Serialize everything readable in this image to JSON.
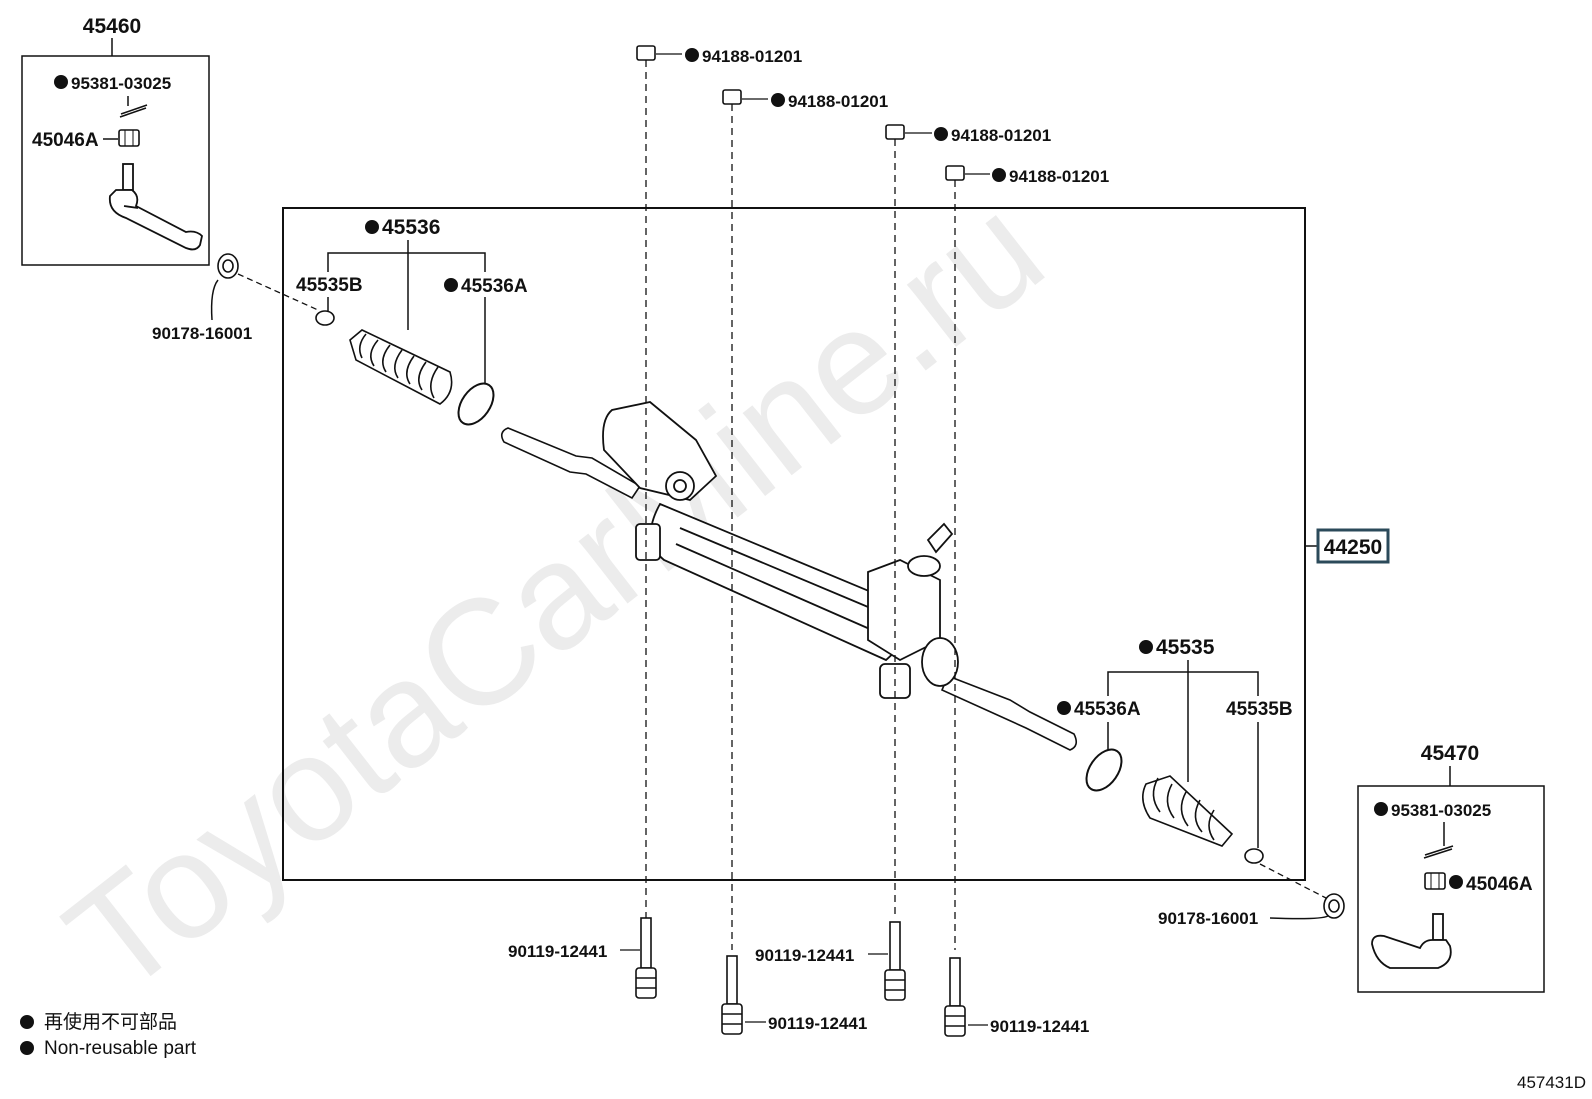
{
  "watermark": "ToyotaCarMine.ru",
  "diagram_code": "457431D",
  "legend": {
    "line1": "再使用不可部品",
    "line2": "Non-reusable part"
  },
  "assemblies": {
    "main": "44250",
    "left_tie_rod_end": "45460",
    "right_tie_rod_end": "45470"
  },
  "parts": {
    "cotter_pin": "95381-03025",
    "cotter_pin_left": "95381-03025",
    "castle_nut": "45046A",
    "boot": "45536",
    "boot_clamp_small": "45535B",
    "boot_clamp_large": "45536A",
    "rack_end": "45535",
    "lock_nut": "90178-16001",
    "nut": "94188-01201",
    "bolt": "90119-12441"
  }
}
